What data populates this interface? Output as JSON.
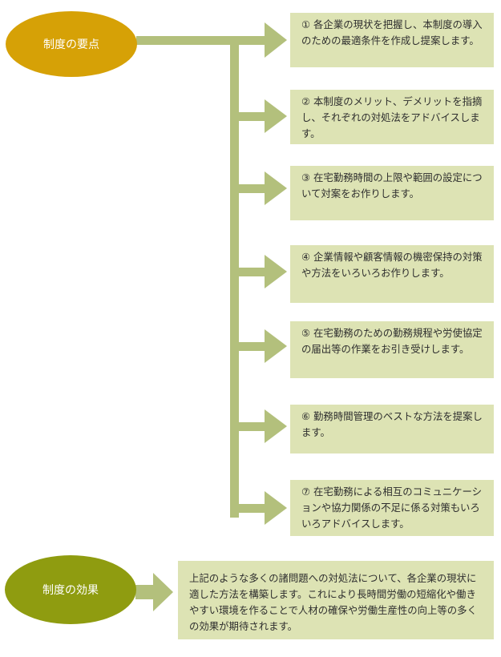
{
  "sections": {
    "points": {
      "label": "制度の要点",
      "items": [
        "① 各企業の現状を把握し、本制度の導入のための最適条件を作成し提案します。",
        "② 本制度のメリット、デメリットを指摘し、それぞれの対処法をアドバイスします。",
        "③ 在宅勤務時間の上限や範囲の設定について対案をお作りします。",
        "④ 企業情報や顧客情報の機密保持の対策や方法をいろいろお作りします。",
        "⑤ 在宅勤務のための勤務規程や労使協定の届出等の作業をお引き受けします。",
        "⑥ 勤務時間管理のベストな方法を提案します。",
        "⑦ 在宅勤務による相互のコミュニケーションや協力関係の不足に係る対策もいろいろアドバイスします。"
      ]
    },
    "effects": {
      "label": "制度の効果",
      "text": "上記のような多くの諸問題への対処法について、各企業の現状に適した方法を構築します。これにより長時間労働の短縮化や働きやすい環境を作ることで人材の確保や労働生産性の向上等の多くの効果が期待されます。"
    }
  },
  "colors": {
    "points_oval": "#d6a106",
    "effects_oval": "#8f9c10",
    "connector": "#b3c07c",
    "box_fill": "#dde3b4"
  }
}
